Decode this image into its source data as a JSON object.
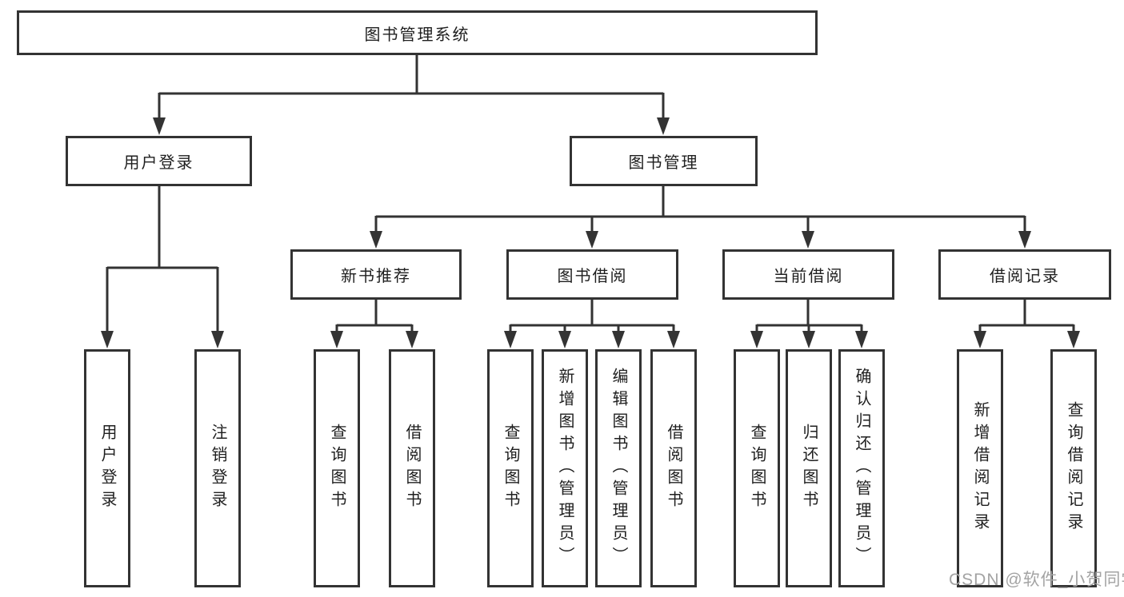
{
  "diagram": {
    "root": {
      "label": "图书管理系统"
    },
    "level2": [
      {
        "label": "用户登录"
      },
      {
        "label": "图书管理"
      }
    ],
    "level3": [
      {
        "label": "新书推荐"
      },
      {
        "label": "图书借阅"
      },
      {
        "label": "当前借阅"
      },
      {
        "label": "借阅记录"
      }
    ],
    "leaves": [
      {
        "label": "用户登录"
      },
      {
        "label": "注销登录"
      },
      {
        "label": "查询图书"
      },
      {
        "label": "借阅图书"
      },
      {
        "label": "查询图书"
      },
      {
        "label": "新增图书（管理员）"
      },
      {
        "label": "编辑图书（管理员）"
      },
      {
        "label": "借阅图书"
      },
      {
        "label": "查询图书"
      },
      {
        "label": "归还图书"
      },
      {
        "label": "确认归还（管理员）"
      },
      {
        "label": "新增借阅记录"
      },
      {
        "label": "查询借阅记录"
      }
    ],
    "watermark": "CSDN @软件_小贺同学",
    "colors": {
      "line": "#333333",
      "text": "#1f1f1f",
      "watermark": "#a3a3a3",
      "background": "#ffffff"
    }
  }
}
